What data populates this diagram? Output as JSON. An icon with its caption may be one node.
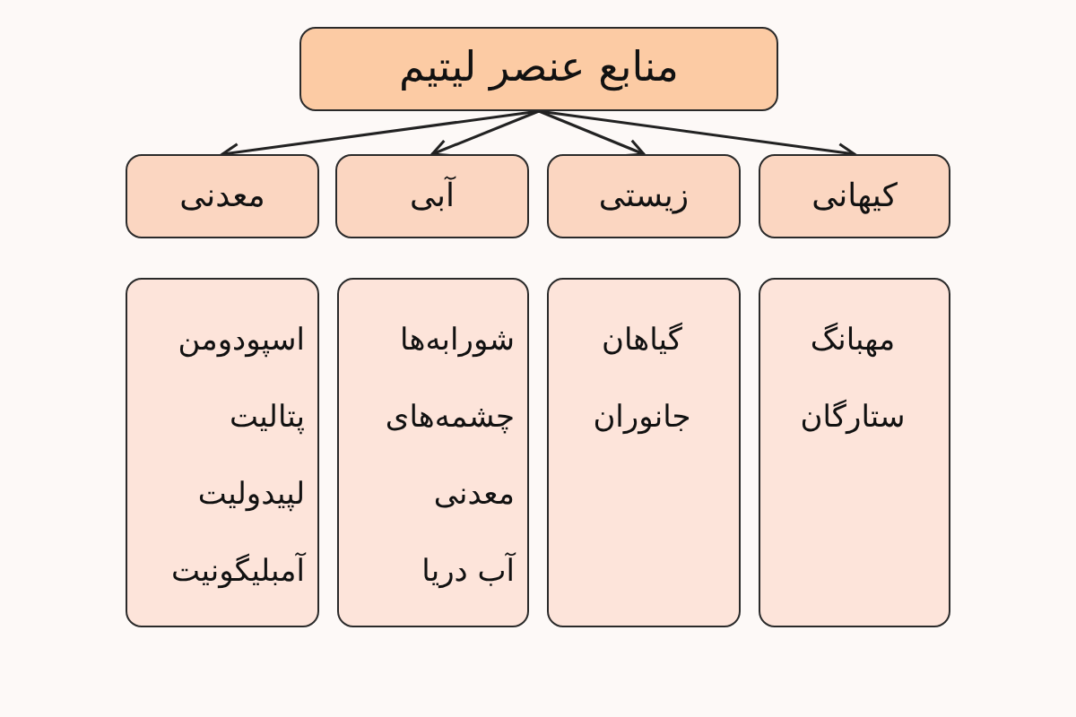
{
  "diagram": {
    "nodes": [
      {
        "text": [
          "منابع عنصر لیتیم"
        ]
      },
      {
        "text": [
          "کیهانی"
        ]
      },
      {
        "text": [
          "زیستی"
        ]
      },
      {
        "text": [
          "آبی"
        ]
      },
      {
        "text": [
          "معدنی"
        ]
      },
      {
        "text": [
          "مهبانگ",
          "ستارگان"
        ]
      },
      {
        "text": [
          "گیاهان",
          "جانوران"
        ]
      },
      {
        "text": [
          "شورابه‌ها",
          "چشمه‌های معدنی",
          "آب دریا"
        ]
      },
      {
        "text": [
          "اسپودومن",
          "پتالیت",
          "لپیدولیت",
          "آمبلیگونیت"
        ]
      }
    ],
    "edges": [
      {
        "from": 0,
        "to": 1,
        "arrow": "to"
      },
      {
        "from": 0,
        "to": 2,
        "arrow": "to"
      },
      {
        "from": 0,
        "to": 3,
        "arrow": "to"
      },
      {
        "from": 0,
        "to": 4,
        "arrow": "to"
      }
    ]
  }
}
